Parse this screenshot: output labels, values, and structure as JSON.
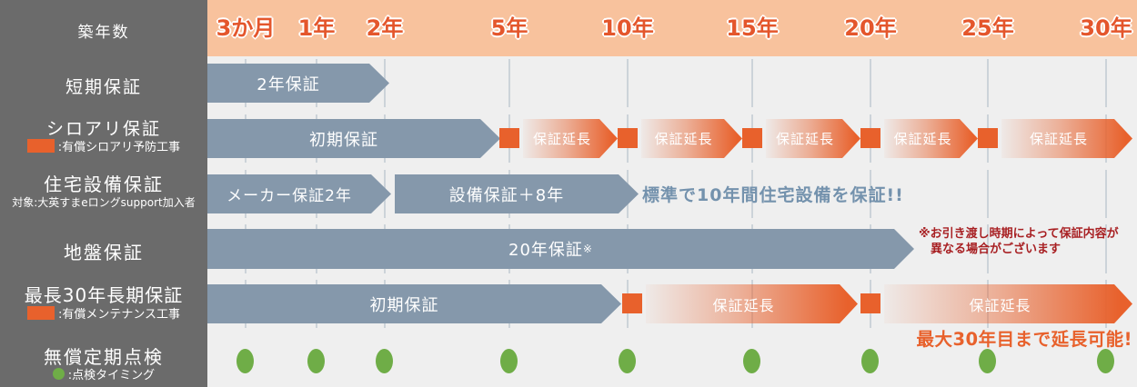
{
  "title": "住宅保証タイムライン(築年数別保証内容)",
  "colors": {
    "canvas_bg": "#efefef",
    "sidebar_bg": "#6b6b6b",
    "header_bg": "#f8c29d",
    "header_text": "#e4562c",
    "bar_blue": "#8598ab",
    "accent_orange": "#e8612c",
    "note_red": "#a82023",
    "note_blue": "#7492ad",
    "dot_green": "#6fad47"
  },
  "header": {
    "row_label": "築年数",
    "ticks": [
      "3か月",
      "1年",
      "2年",
      "5年",
      "10年",
      "15年",
      "20年",
      "25年",
      "30年"
    ]
  },
  "rows": {
    "short_term": {
      "label": "短期保証",
      "bar": "2年保証"
    },
    "termite": {
      "label": "シロアリ保証",
      "legend": ":有償シロアリ予防工事",
      "initial": "初期保証",
      "extensions": [
        {
          "label": "保証延長"
        },
        {
          "label": "保証延長"
        },
        {
          "label": "保証延長"
        },
        {
          "label": "保証延長"
        },
        {
          "label": "保証延長"
        }
      ]
    },
    "equipment": {
      "label": "住宅設備保証",
      "sublabel": "対象:大英すまeロングsupport加入者",
      "bar1": "メーカー保証2年",
      "bar2": "設備保証＋8年",
      "note": "標準で10年間住宅設備を保証!!"
    },
    "ground": {
      "label": "地盤保証",
      "bar": "20年保証",
      "bar_sup": "※",
      "note_line1": "※お引き渡し時期によって保証内容が",
      "note_line2": "異なる場合がございます"
    },
    "long_term": {
      "label": "最長30年長期保証",
      "legend": ":有償メンテナンス工事",
      "initial": "初期保証",
      "extensions": [
        {
          "label": "保証延長"
        },
        {
          "label": "保証延長"
        }
      ],
      "note": "最大30年目まで延長可能!"
    },
    "inspection": {
      "label": "無償定期点検",
      "legend": ":点検タイミング",
      "timing_count": 9
    }
  }
}
